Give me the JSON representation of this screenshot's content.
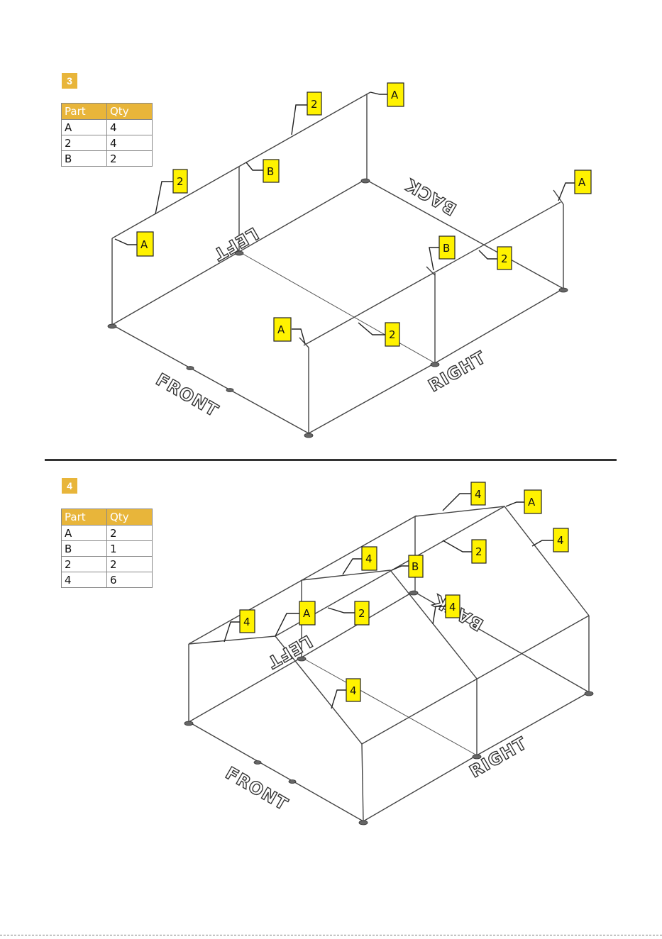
{
  "step3": {
    "number": "3",
    "table": {
      "header": [
        "Part",
        "Qty"
      ],
      "rows": [
        [
          "A",
          "4"
        ],
        [
          "2",
          "4"
        ],
        [
          "B",
          "2"
        ]
      ]
    },
    "callouts": [
      "2",
      "A",
      "B",
      "2",
      "A",
      "A",
      "B",
      "2",
      "A",
      "2"
    ],
    "directions": {
      "left": "LEFT",
      "back": "BACK",
      "front": "FRONT",
      "right": "RIGHT"
    }
  },
  "step4": {
    "number": "4",
    "table": {
      "header": [
        "Part",
        "Qty"
      ],
      "rows": [
        [
          "A",
          "2"
        ],
        [
          "B",
          "1"
        ],
        [
          "2",
          "2"
        ],
        [
          "4",
          "6"
        ]
      ]
    },
    "callouts": [
      "4",
      "A",
      "4",
      "2",
      "4",
      "B",
      "4",
      "A",
      "2",
      "4",
      "4"
    ],
    "directions": {
      "left": "LEFT",
      "back": "BACK",
      "front": "FRONT",
      "right": "RIGHT"
    }
  },
  "colors": {
    "step_badge": "#e8b53a",
    "table_header": "#e8b53a",
    "callout_fill": "#fff200"
  }
}
